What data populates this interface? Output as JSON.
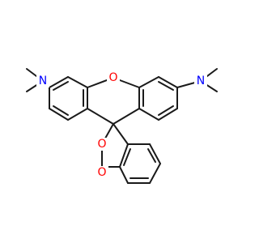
{
  "colors": {
    "bond": "#1a1a1a",
    "nitrogen": "#0000ff",
    "oxygen": "#ff0000",
    "background": "#ffffff"
  },
  "atoms": {
    "n_left": "N",
    "n_right": "N",
    "o_bridge": "O",
    "o_lactone_ring": "O",
    "o_carbonyl": "O"
  }
}
